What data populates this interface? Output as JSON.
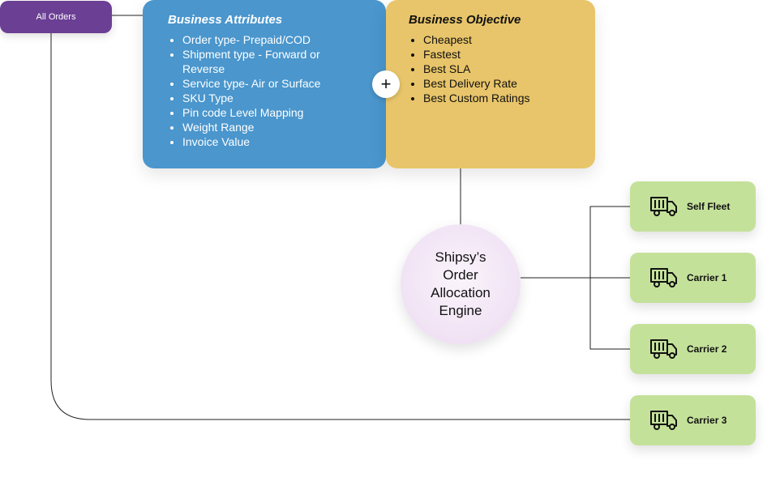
{
  "all_orders": {
    "label": "All Orders"
  },
  "business_attributes": {
    "title": "Business Attributes",
    "items": [
      "Order type- Prepaid/COD",
      "Shipment type - Forward or Reverse",
      "Service type- Air or Surface",
      "SKU Type",
      "Pin code Level Mapping",
      "Weight Range",
      "Invoice Value"
    ]
  },
  "plus_symbol": "+",
  "business_objective": {
    "title": "Business Objective",
    "items": [
      "Cheapest",
      "Fastest",
      "Best SLA",
      "Best Delivery Rate",
      "Best Custom Ratings"
    ]
  },
  "engine": {
    "label": "Shipsy’s Order Allocation Engine"
  },
  "carriers": [
    {
      "label": "Self Fleet",
      "icon": "truck-icon"
    },
    {
      "label": "Carrier 1",
      "icon": "truck-icon"
    },
    {
      "label": "Carrier 2",
      "icon": "truck-icon"
    },
    {
      "label": "Carrier 3",
      "icon": "truck-icon"
    }
  ],
  "colors": {
    "all_orders": "#6b3f94",
    "attributes": "#4a96cd",
    "objective": "#e8c56a",
    "engine": "#f0e2f4",
    "carrier": "#c4e19a"
  }
}
